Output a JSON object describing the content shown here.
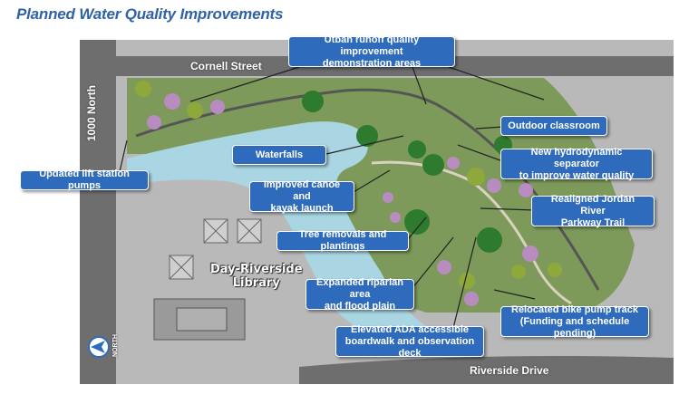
{
  "title": "Planned Water Quality Improvements",
  "streets": {
    "north": "Cornell Street",
    "west": "1000 North",
    "south": "Riverside Drive"
  },
  "landmark": {
    "line1": "Day-Riverside",
    "line2": "Library"
  },
  "north_arrow": "NORTH",
  "callouts": {
    "urban_runoff": [
      "Utban runoff quality improvement",
      "demonstration areas"
    ],
    "outdoor_classroom": [
      "Outdoor classroom"
    ],
    "waterfalls": [
      "Waterfalls"
    ],
    "hydrodynamic": [
      "New hydrodynamic separator",
      "to improve water quality"
    ],
    "lift_station": [
      "Updated lift station pumps"
    ],
    "canoe_launch": [
      "Improved canoe and",
      "kayak launch"
    ],
    "jordan_trail": [
      "Realigned Jordan River",
      "Parkway Trail"
    ],
    "tree_removals": [
      "Tree removals and plantings"
    ],
    "riparian": [
      "Expanded riparian area",
      "and flood plain"
    ],
    "bike_track": [
      "Relocated bike pump track",
      "(Funding and schedule pending)"
    ],
    "boardwalk": [
      "Elevated ADA accessible",
      "boardwalk and observation deck"
    ]
  },
  "colors": {
    "callout_fill": "#2f6bbd",
    "title": "#2f62a8",
    "river": "#a9d6e2",
    "parkland": "#7d9a5b",
    "pavement": "#8a8a8a"
  }
}
